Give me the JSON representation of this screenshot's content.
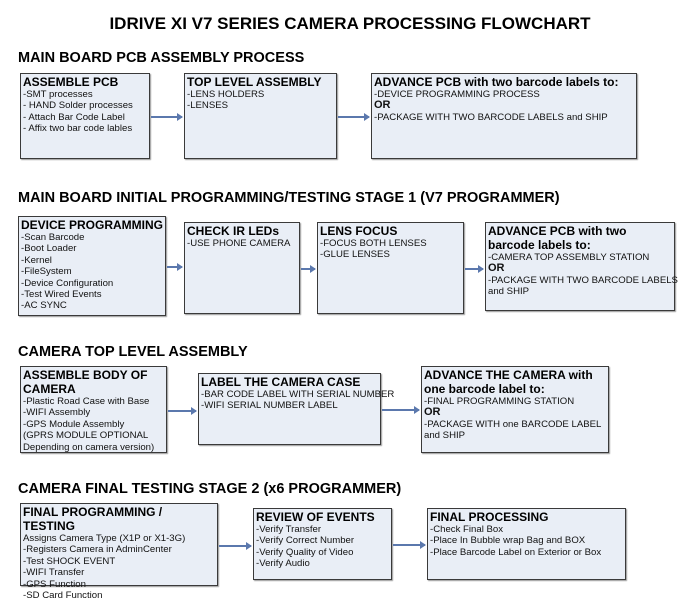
{
  "title": "IDRIVE XI V7 SERIES CAMERA PROCESSING FLOWCHART",
  "sections": [
    {
      "heading": "MAIN BOARD PCB ASSEMBLY PROCESS",
      "boxes": [
        {
          "title": "ASSEMBLE PCB",
          "lines": [
            " -SMT processes",
            "- HAND Solder processes",
            "- Attach Bar Code Label",
            "- Affix two bar code lables"
          ]
        },
        {
          "title": "TOP LEVEL ASSEMBLY",
          "lines": [
            "-LENS HOLDERS",
            "-LENSES"
          ]
        },
        {
          "title": "ADVANCE PCB with two barcode labels to:",
          "lines": [
            "-DEVICE PROGRAMMING PROCESS",
            "OR",
            "-PACKAGE WITH TWO BARCODE LABELS and SHIP"
          ]
        }
      ]
    },
    {
      "heading": "MAIN BOARD INITIAL PROGRAMMING/TESTING STAGE 1 (V7 PROGRAMMER)",
      "boxes": [
        {
          "title": "DEVICE PROGRAMMING",
          "lines": [
            "-Scan Barcode",
            "-Boot Loader",
            "-Kernel",
            "-FileSystem",
            "-Device Configuration",
            "-Test Wired Events",
            "-AC SYNC"
          ]
        },
        {
          "title": "CHECK IR LEDs",
          "lines": [
            "-USE PHONE CAMERA"
          ]
        },
        {
          "title": "LENS FOCUS",
          "lines": [
            "-FOCUS BOTH LENSES",
            "-GLUE LENSES"
          ]
        },
        {
          "title": "ADVANCE PCB with two barcode labels to:",
          "lines": [
            "-CAMERA TOP ASSEMBLY STATION",
            "OR",
            "-PACKAGE WITH TWO BARCODE LABELS",
            "and SHIP"
          ]
        }
      ]
    },
    {
      "heading": "CAMERA TOP LEVEL ASSEMBLY",
      "boxes": [
        {
          "title": "ASSEMBLE BODY OF CAMERA",
          "lines": [
            "-Plastic Road Case with Base",
            "-WIFI Assembly",
            "-GPS Module Assembly",
            "(GPRS MODULE OPTIONAL",
            "Depending on camera version)"
          ]
        },
        {
          "title": "LABEL THE CAMERA CASE",
          "lines": [
            "-BAR CODE LABEL WITH SERIAL NUMBER",
            "-WIFI SERIAL NUMBER LABEL"
          ]
        },
        {
          "title": "ADVANCE THE CAMERA with one barcode label to:",
          "lines": [
            "-FINAL PROGRAMMING STATION",
            " OR",
            "-PACKAGE WITH one BARCODE LABEL",
            "and SHIP"
          ]
        }
      ]
    },
    {
      "heading": "CAMERA FINAL TESTING STAGE 2 (x6 PROGRAMMER)",
      "boxes": [
        {
          "title": "FINAL PROGRAMMING / TESTING",
          "lines": [
            "Assigns Camera Type (X1P or X1-3G)",
            "-Registers Camera in AdminCenter",
            "-Test SHOCK EVENT",
            "-WIFI Transfer",
            "-GPS Function",
            "-SD Card Function"
          ]
        },
        {
          "title": "REVIEW OF EVENTS",
          "lines": [
            "-Verify Transfer",
            "-Verify Correct Number",
            "-Verify Quality of Video",
            "-Verify Audio"
          ]
        },
        {
          "title": "FINAL PROCESSING",
          "lines": [
            " -Check Final Box",
            "-Place In Bubble wrap Bag and BOX",
            "-Place Barcode Label on Exterior or Box"
          ]
        }
      ]
    }
  ]
}
